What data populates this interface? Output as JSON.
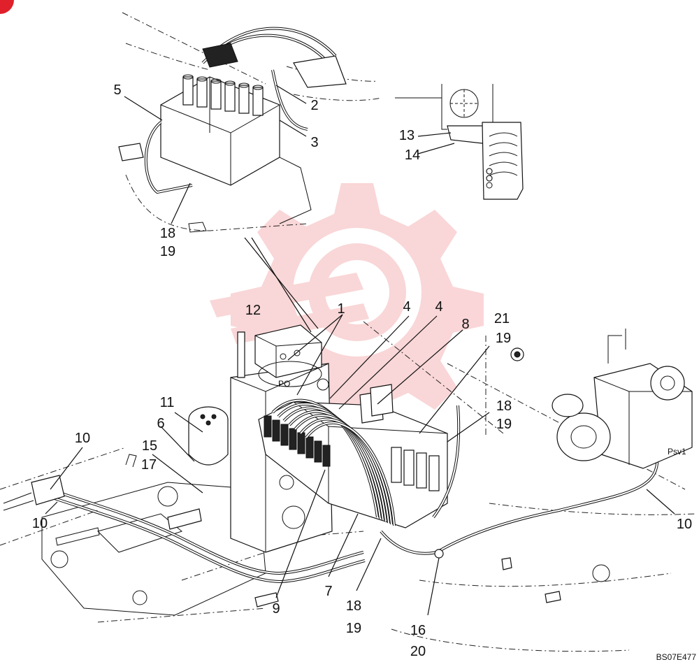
{
  "diagram": {
    "drawing_code": "BS07E477",
    "corner_badge_color": "#e0202a",
    "watermark_color": "#f5b5b8",
    "callouts": [
      {
        "key": "c5",
        "label": "5"
      },
      {
        "key": "c2",
        "label": "2"
      },
      {
        "key": "c3",
        "label": "3"
      },
      {
        "key": "c18a",
        "label": "18"
      },
      {
        "key": "c19a",
        "label": "19"
      },
      {
        "key": "c13",
        "label": "13"
      },
      {
        "key": "c14",
        "label": "14"
      },
      {
        "key": "c12",
        "label": "12"
      },
      {
        "key": "c1",
        "label": "1"
      },
      {
        "key": "c4a",
        "label": "4"
      },
      {
        "key": "c4b",
        "label": "4"
      },
      {
        "key": "c8",
        "label": "8"
      },
      {
        "key": "c21",
        "label": "21"
      },
      {
        "key": "c19b",
        "label": "19"
      },
      {
        "key": "c18b",
        "label": "18"
      },
      {
        "key": "c19c",
        "label": "19"
      },
      {
        "key": "c11",
        "label": "11"
      },
      {
        "key": "c6",
        "label": "6"
      },
      {
        "key": "c10a",
        "label": "10"
      },
      {
        "key": "c15",
        "label": "15"
      },
      {
        "key": "c17",
        "label": "17"
      },
      {
        "key": "c10b",
        "label": "10"
      },
      {
        "key": "c10c",
        "label": "10"
      },
      {
        "key": "c9",
        "label": "9"
      },
      {
        "key": "c7",
        "label": "7"
      },
      {
        "key": "c18c",
        "label": "18"
      },
      {
        "key": "c19d",
        "label": "19"
      },
      {
        "key": "c16",
        "label": "16"
      },
      {
        "key": "c20",
        "label": "20"
      }
    ],
    "port_labels": [
      {
        "key": "p1",
        "label": "PO"
      },
      {
        "key": "p2",
        "label": "Psv1"
      }
    ]
  }
}
